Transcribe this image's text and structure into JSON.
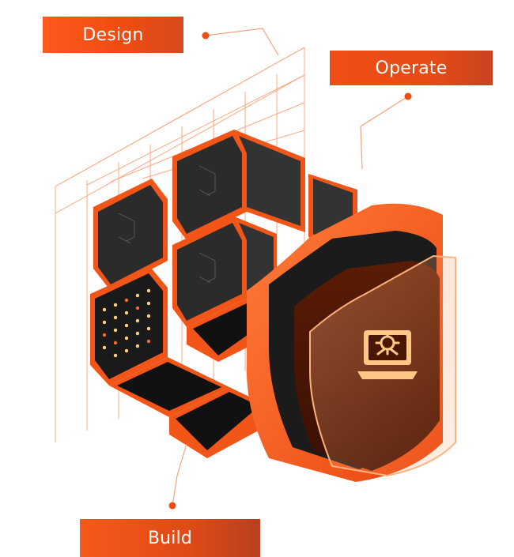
{
  "labels": {
    "design": "Design",
    "operate": "Operate",
    "build": "Build"
  },
  "colors": {
    "accent": "#f25518",
    "grid": "#ff8a5c",
    "tile_face": "#2e2e2e",
    "tile_dark": "#161616",
    "shield_inner": "#4a1604",
    "icon": "#ffc786"
  },
  "icons": {
    "shield": "shield-gear-laptop-icon",
    "connector_dot": "connector-dot"
  }
}
